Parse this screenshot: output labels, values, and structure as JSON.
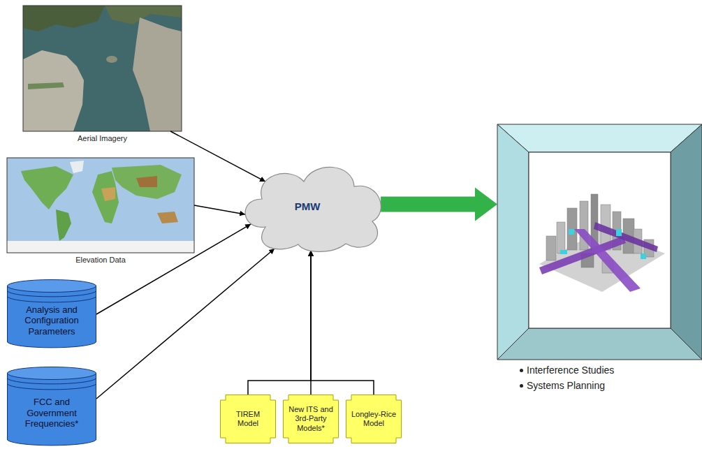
{
  "diagram": {
    "nodes": [
      {
        "text": [
          "Aerial Imagery"
        ]
      },
      {
        "text": [
          "Elevation Data"
        ]
      },
      {
        "text": [
          "Analysis and Configuration Parameters"
        ]
      },
      {
        "text": [
          "FCC and Government Frequencies*"
        ]
      },
      {
        "text": [
          "PMW"
        ]
      },
      {
        "text": [
          "TIREM Model"
        ]
      },
      {
        "text": [
          "New ITS and 3rd-Party Models*"
        ]
      },
      {
        "text": [
          "Longley-Rice Model"
        ]
      },
      {
        "text": [
          "Interference Studies",
          "Systems Planning"
        ]
      }
    ],
    "edges": [
      {
        "from": 0,
        "to": 4,
        "arrow": "to"
      },
      {
        "from": 1,
        "to": 4,
        "arrow": "to"
      },
      {
        "from": 2,
        "to": 4,
        "arrow": "to"
      },
      {
        "from": 3,
        "to": 4,
        "arrow": "to"
      },
      {
        "from": 5,
        "to": 4,
        "arrow": "to"
      },
      {
        "from": 6,
        "to": 4,
        "arrow": "to"
      },
      {
        "from": 7,
        "to": 4,
        "arrow": "to"
      },
      {
        "from": 4,
        "to": 8,
        "arrow": "to"
      }
    ]
  }
}
